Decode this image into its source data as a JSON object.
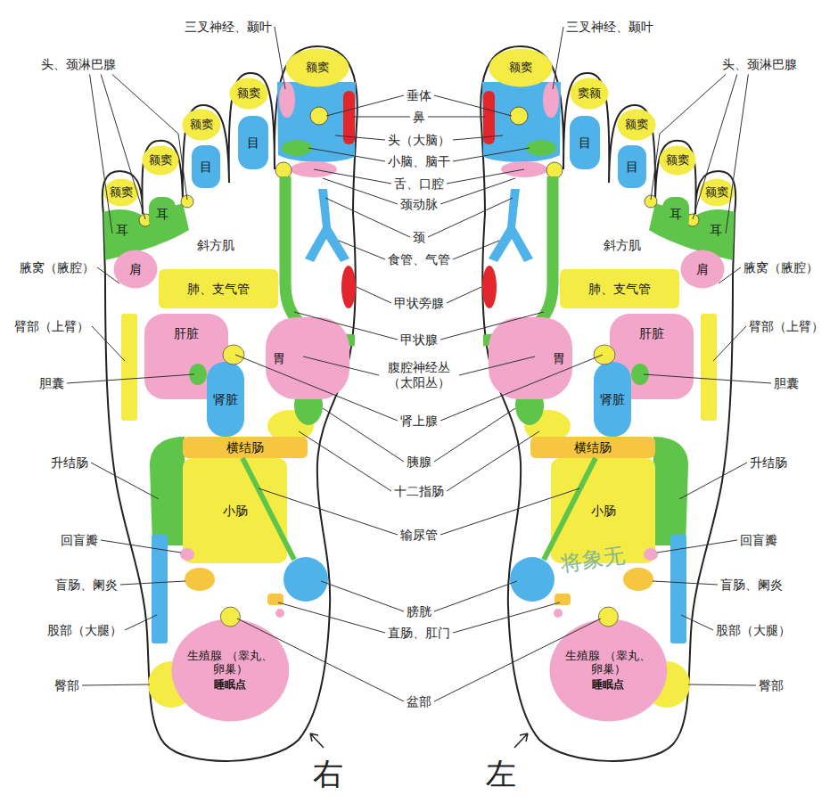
{
  "diagram": {
    "nodes": [
      {
        "text": [
          "额窦"
        ]
      },
      {
        "text": [
          "额窦"
        ]
      },
      {
        "text": [
          "目"
        ]
      },
      {
        "text": [
          "额窦"
        ]
      },
      {
        "text": [
          "目"
        ]
      },
      {
        "text": [
          "额窦"
        ]
      },
      {
        "text": [
          "耳"
        ]
      },
      {
        "text": [
          "额窦"
        ]
      },
      {
        "text": [
          "耳"
        ]
      },
      {
        "text": [
          "肩"
        ]
      },
      {
        "text": [
          "肺、支气管"
        ]
      },
      {
        "text": [
          "肝脏"
        ]
      },
      {
        "text": [
          "肾脏"
        ]
      },
      {
        "text": [
          "胃"
        ]
      },
      {
        "text": [
          "横结肠"
        ]
      },
      {
        "text": [
          "小肠"
        ]
      },
      {
        "text": [
          "生殖腺 （睾丸、卵巢）",
          "睡眠点"
        ]
      },
      {
        "text": [
          "额窦"
        ]
      },
      {
        "text": [
          "窦额"
        ]
      },
      {
        "text": [
          "目"
        ]
      },
      {
        "text": [
          "额窦"
        ]
      },
      {
        "text": [
          "目"
        ]
      },
      {
        "text": [
          "额窦"
        ]
      },
      {
        "text": [
          "耳"
        ]
      },
      {
        "text": [
          "额窦"
        ]
      },
      {
        "text": [
          "耳"
        ]
      },
      {
        "text": [
          "肩"
        ]
      },
      {
        "text": [
          "肺、支气管"
        ]
      },
      {
        "text": [
          "肝脏"
        ]
      },
      {
        "text": [
          "肾脏"
        ]
      },
      {
        "text": [
          "胃"
        ]
      },
      {
        "text": [
          "横结肠"
        ]
      },
      {
        "text": [
          "小肠"
        ]
      },
      {
        "text": [
          "生殖腺 （睾丸、卵巢）",
          "睡眠点"
        ]
      }
    ],
    "labels": [
      "三叉神经、颞叶",
      "三叉神经、颞叶",
      "头、颈淋巴腺",
      "头、颈淋巴腺",
      "垂体",
      "鼻",
      "头（大脑）",
      "小脑、脑干",
      "舌、口腔",
      "颈动脉",
      "颈",
      "食管、气管",
      "斜方肌",
      "斜方肌",
      "腋窝（腋腔）",
      "腋窝（腋腔）",
      "甲状旁腺",
      "臂部（上臂）",
      "臂部（上臂）",
      "甲状腺",
      "腹腔神经丛 （太阳丛）",
      "胆囊",
      "胆囊",
      "肾上腺",
      "胰腺",
      "十二指肠",
      "升结肠",
      "升结肠",
      "输尿管",
      "回盲瓣",
      "回盲瓣",
      "盲肠、阑炎",
      "盲肠、阑炎",
      "膀胱",
      "股部（大腿）",
      "股部（大腿）",
      "直肠、肛门",
      "臀部",
      "臀部",
      "盆部",
      "右",
      "左",
      "将象无"
    ]
  }
}
